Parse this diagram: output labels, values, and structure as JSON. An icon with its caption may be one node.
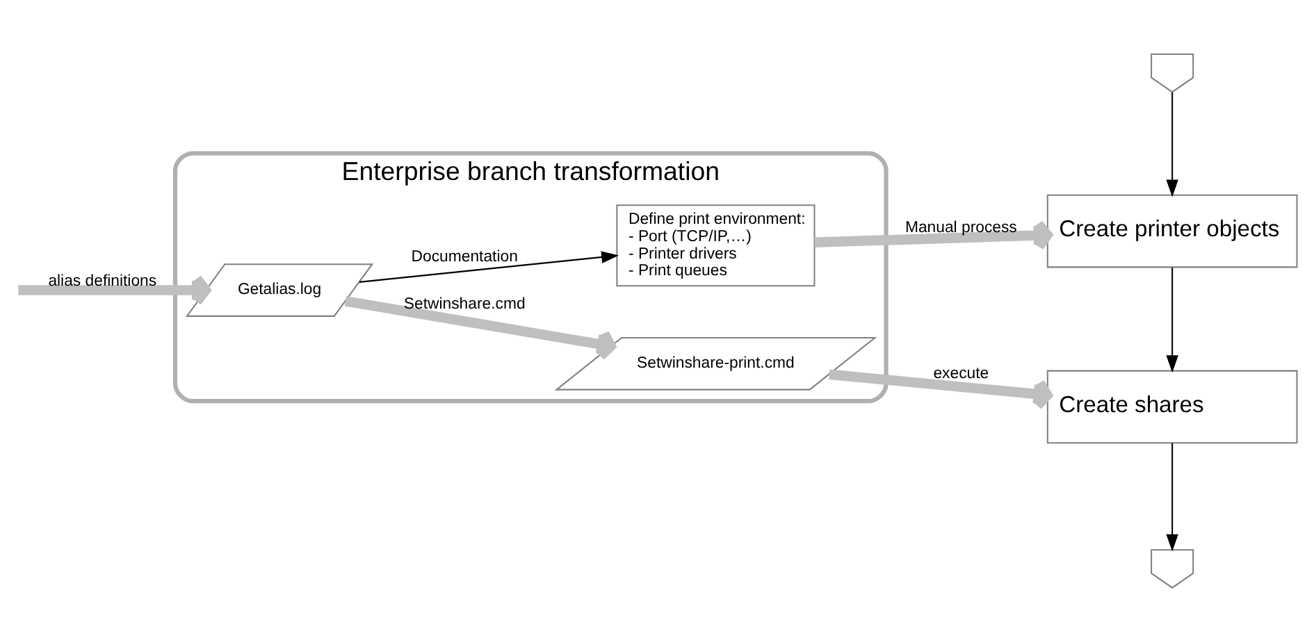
{
  "diagram": {
    "nodes": [
      {
        "text": [
          "Enterprise branch transformation"
        ]
      },
      {
        "text": [
          "Define print environment:",
          "- Port (TCP/IP,…)",
          "- Printer drivers",
          "- Print queues"
        ],
        "in": 0
      },
      {
        "text": [
          "Getalias.log"
        ],
        "in": 0
      },
      {
        "text": [
          "Setwinshare-print.cmd"
        ],
        "in": 0
      },
      {
        "text": [
          "Create printer objects"
        ]
      },
      {
        "text": [
          "Create shares"
        ]
      },
      {
        "text": [],
        "shape": "pentagon"
      },
      {
        "text": [],
        "shape": "pentagon"
      }
    ],
    "edges": [
      {
        "from": null,
        "to": 2,
        "arrow": "to",
        "label": "alias definitions",
        "style": "thick",
        "color": "#bfbfbf"
      },
      {
        "from": 2,
        "to": 1,
        "arrow": "to",
        "label": "Documentation",
        "color": "#000000"
      },
      {
        "from": 2,
        "to": 3,
        "arrow": "to",
        "label": "Setwinshare.cmd",
        "style": "thick",
        "color": "#bfbfbf"
      },
      {
        "from": 1,
        "to": 4,
        "arrow": "to",
        "label": "Manual process",
        "style": "thick",
        "color": "#bfbfbf"
      },
      {
        "from": 3,
        "to": 5,
        "arrow": "to",
        "label": "execute",
        "style": "thick",
        "color": "#bfbfbf"
      },
      {
        "from": 6,
        "to": 4,
        "arrow": "to",
        "color": "#000000"
      },
      {
        "from": 4,
        "to": 5,
        "arrow": "to",
        "color": "#000000"
      },
      {
        "from": 5,
        "to": 7,
        "arrow": "to",
        "color": "#000000"
      }
    ]
  }
}
